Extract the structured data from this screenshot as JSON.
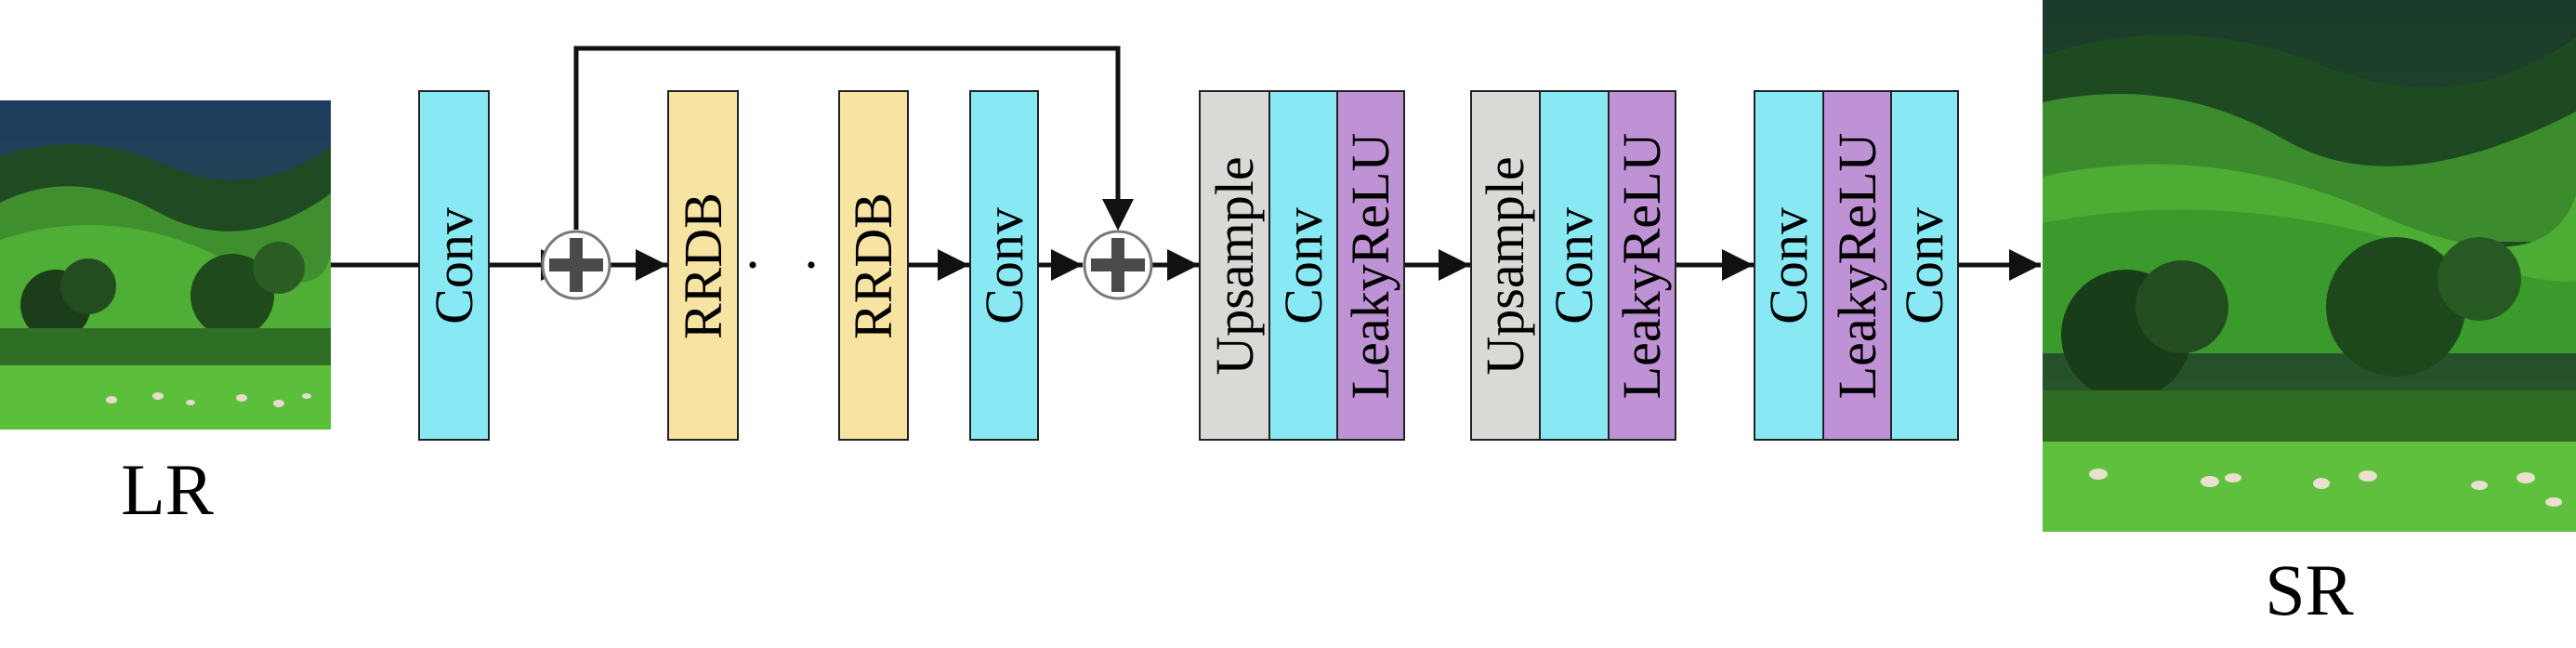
{
  "diagram": {
    "input_label": "LR",
    "output_label": "SR",
    "ellipsis": "· · ·",
    "blocks": {
      "conv_first": "Conv",
      "rrdb_1": "RRDB",
      "rrdb_2": "RRDB",
      "conv_trunk": "Conv",
      "up1_upsample": "Upsample",
      "up1_conv": "Conv",
      "up1_act": "LeakyReLU",
      "up2_upsample": "Upsample",
      "up2_conv": "Conv",
      "up2_act": "LeakyReLU",
      "final_conv1": "Conv",
      "final_act": "LeakyReLU",
      "final_conv2": "Conv"
    },
    "colors": {
      "conv": "#88e9f4",
      "rrdb": "#f8e4a2",
      "upsample": "#d9d9d6",
      "activation": "#bf92d6",
      "arrow": "#111111",
      "adder": "#4a4a4a"
    }
  }
}
